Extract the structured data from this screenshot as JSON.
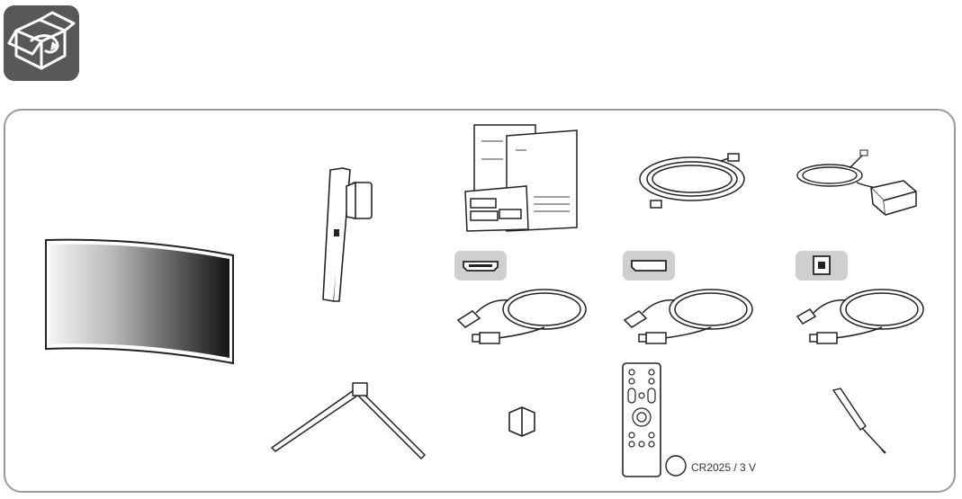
{
  "header": {
    "icon": "open-box-icon"
  },
  "contents": {
    "items": [
      {
        "name": "curved-monitor",
        "icon": "monitor-panel-icon"
      },
      {
        "name": "stand-body",
        "icon": "stand-body-icon"
      },
      {
        "name": "documents",
        "icon": "documents-icon"
      },
      {
        "name": "power-cord",
        "icon": "power-cord-icon"
      },
      {
        "name": "ac-dc-adapter",
        "icon": "adapter-icon"
      },
      {
        "name": "hdmi-cable",
        "icon": "hdmi-icon"
      },
      {
        "name": "displayport-cable",
        "icon": "displayport-icon"
      },
      {
        "name": "usb-cable",
        "icon": "usb-b-icon"
      },
      {
        "name": "stand-base",
        "icon": "stand-base-icon"
      },
      {
        "name": "cable-holder",
        "icon": "cable-holder-icon"
      },
      {
        "name": "remote-control",
        "icon": "remote-control-icon"
      },
      {
        "name": "screwdriver",
        "icon": "screwdriver-icon"
      }
    ],
    "battery_label": "CR2025 / 3 V"
  },
  "colors": {
    "icon_bg": "#58585a",
    "border": "#9a9a9a",
    "badge": "#cfcfcf",
    "line": "#1a1a1a"
  }
}
